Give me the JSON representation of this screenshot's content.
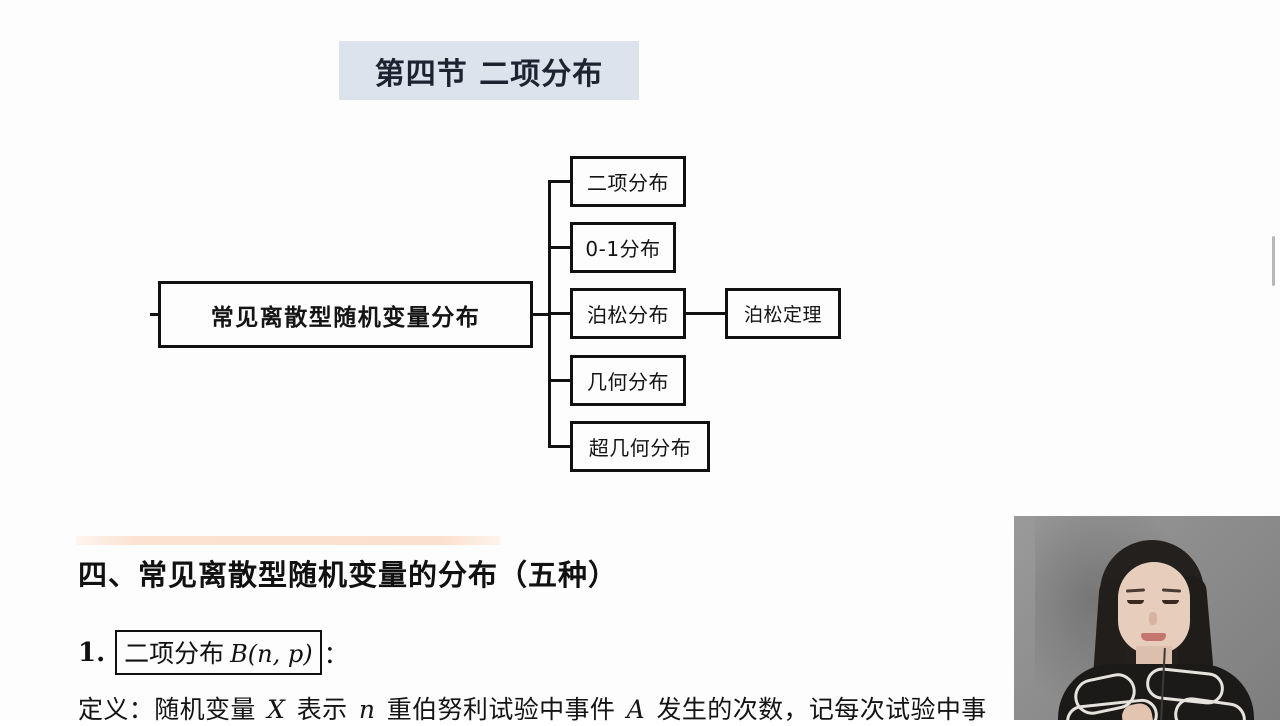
{
  "slide": {
    "title": "第四节 二项分布",
    "title_bg": "#dde3ec",
    "background": "#fdfdfd"
  },
  "diagram": {
    "root": {
      "label": "常见离散型随机变量分布"
    },
    "leaves": [
      {
        "id": "binomial",
        "label": "二项分布"
      },
      {
        "id": "bernoulli",
        "label": "0-1分布"
      },
      {
        "id": "poisson",
        "label": "泊松分布"
      },
      {
        "id": "geometric",
        "label": "几何分布"
      },
      {
        "id": "hypergeometric",
        "label": "超几何分布"
      }
    ],
    "branch": {
      "id": "poisson-theorem",
      "label": "泊松定理"
    }
  },
  "content": {
    "heading": "四、常见离散型随机变量的分布（五种）",
    "heading_accent_color": "#fbe0cd",
    "item_number": "1.",
    "item_term_cn": "二项分布",
    "item_term_math": "B(n, p)",
    "item_colon": "：",
    "definition_prefix": "定义：随机变量 ",
    "definition_var_x": "X",
    "definition_mid1": " 表示 ",
    "definition_var_n": "n",
    "definition_mid2": " 重伯努利试验中事件 ",
    "definition_var_a": "A",
    "definition_suffix": " 发生的次数，记每次试验中事"
  },
  "scrollbar": {
    "thumb_color": "#b9b9b9"
  },
  "webcam": {
    "label": "instructor-camera"
  }
}
